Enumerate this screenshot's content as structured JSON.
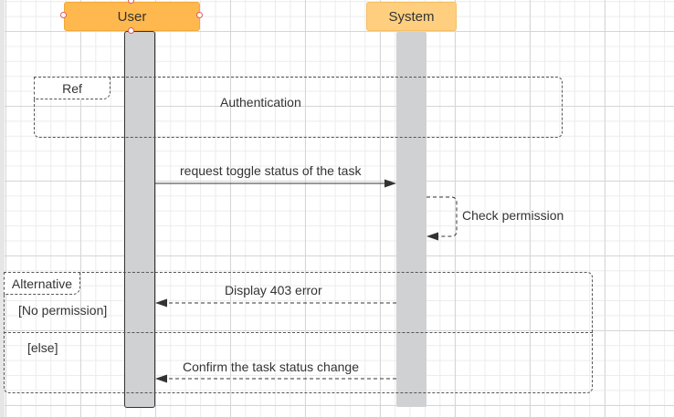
{
  "participants": {
    "user": "User",
    "system": "System"
  },
  "ref_frame": {
    "tag": "Ref",
    "label": "Authentication"
  },
  "messages": {
    "request": "request toggle status of the task",
    "self_check": "Check permission",
    "error": "Display 403 error",
    "confirm": "Confirm the task status change"
  },
  "alt_frame": {
    "tag": "Alternative",
    "guard_1": "[No permission]",
    "guard_2": "[else]"
  },
  "colors": {
    "user_header": "#ffb84d",
    "system_header": "#ffcf7f",
    "lifeline": "#d0d1d3",
    "selection_handle": "#e0595c"
  }
}
